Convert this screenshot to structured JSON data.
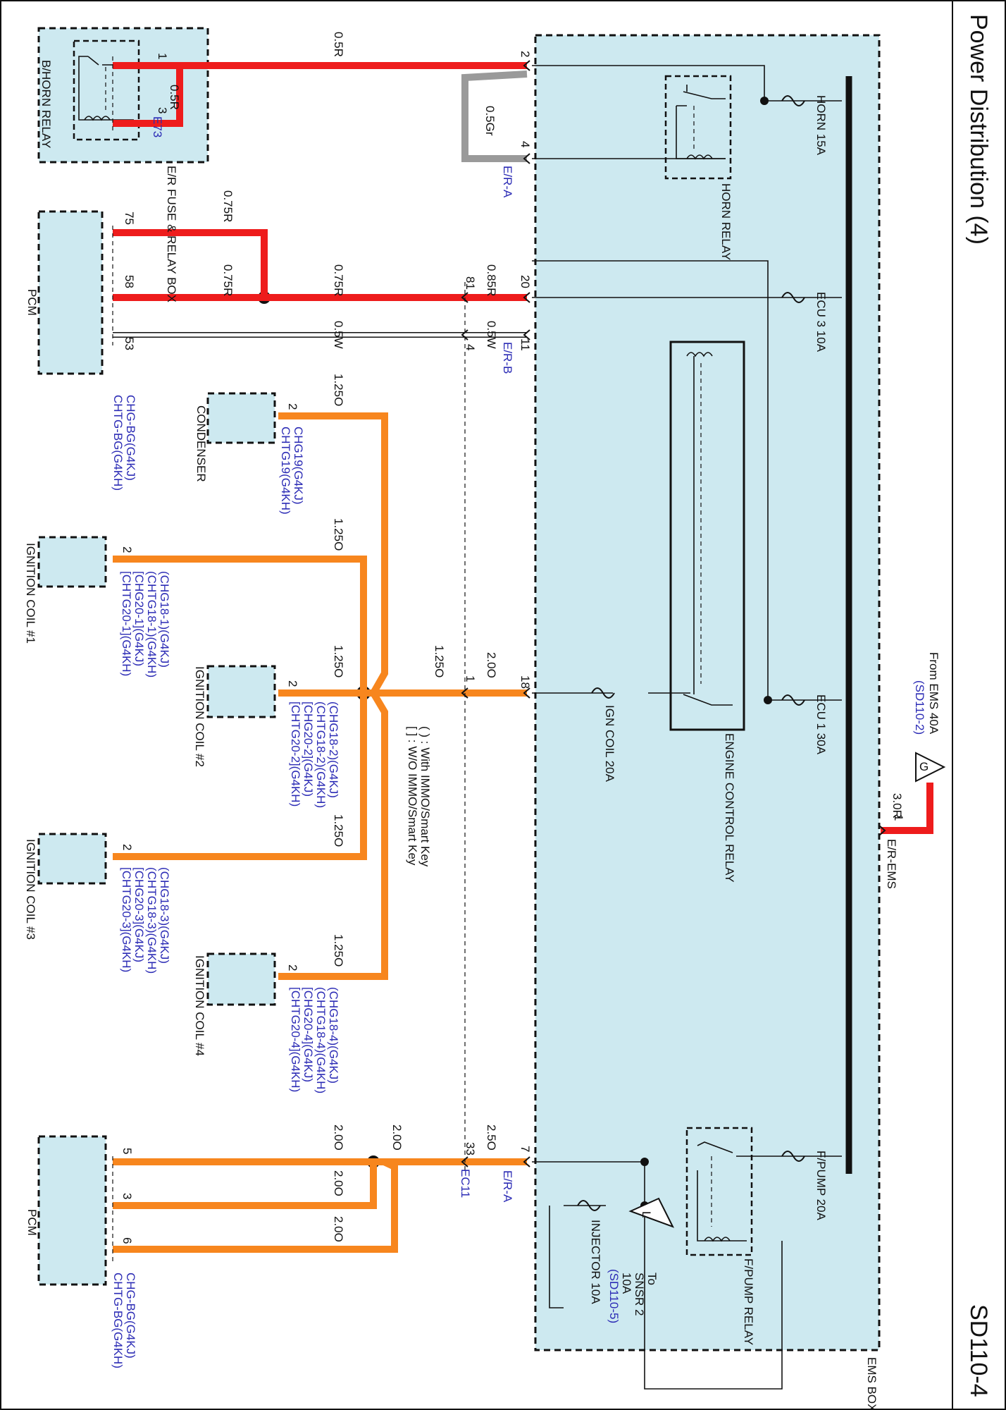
{
  "header": {
    "title": "Power Distribution (4)",
    "page_id": "SD110-4"
  },
  "components": {
    "horn_relay_left": "B/HORN RELAY",
    "fuse_box": "E/R FUSE & RELAY BOX",
    "fuse_box_conn": "E73",
    "pcm_top": "PCM",
    "pcm_bottom": "PCM",
    "condenser": "CONDENSER",
    "coil1": "IGNITION COIL #1",
    "coil2": "IGNITION COIL #2",
    "coil3": "IGNITION COIL #3",
    "coil4": "IGNITION COIL #4",
    "ems_box": "EMS BOX",
    "horn_relay": "HORN RELAY",
    "engine_control_relay": "ENGINE CONTROL RELAY",
    "fpump_relay": "F/PUMP RELAY"
  },
  "fuses": {
    "horn": "HORN 15A",
    "ecu3": "ECU 3 10A",
    "ign_coil": "IGN COIL 20A",
    "ecu1": "ECU 1 30A",
    "fpump": "F/PUMP 20A",
    "injector": "INJECTOR 10A"
  },
  "connectors": {
    "era_top": "E/R-A",
    "erb": "E/R-B",
    "era_bottom": "E/R-A",
    "ec11": "EC11",
    "er_ems": "E/R-EMS"
  },
  "refs": {
    "from_ems": "From EMS 40A",
    "from_ems_ref": "(SD110-2)",
    "ground_g": "G",
    "to_snsr_line1": "To",
    "to_snsr_line2": "SNSR 2",
    "to_snsr_line3": "10A",
    "to_snsr_ref": "(SD110-5)",
    "ground_l": "L"
  },
  "wires": {
    "w_05R_top": "0.5R",
    "w_05R_inner": "0.5R",
    "w_05Gr": "0.5Gr",
    "w_075R_a": "0.75R",
    "w_075R_b": "0.75R",
    "w_075R_c": "0.75R",
    "w_085R": "0.85R",
    "w_05W_a": "0.5W",
    "w_05W_b": "0.5W",
    "w_125O_cond": "1.25O",
    "w_125O_c1": "1.25O",
    "w_125O_c2": "1.25O",
    "w_125O_main": "1.25O",
    "w_20O_main": "2.0O",
    "w_125O_c3": "1.25O",
    "w_125O_c4": "1.25O",
    "w_20O_a": "2.0O",
    "w_25O": "2.5O",
    "w_20O_b": "2.0O",
    "w_20O_c": "2.0O",
    "w_20O_d": "2.0O",
    "w_30R": "3.0R"
  },
  "pins": {
    "p1": "1",
    "p3": "3",
    "p2": "2",
    "p4": "4",
    "p75": "75",
    "p58": "58",
    "p81": "81",
    "p20": "20",
    "p53": "53",
    "p4b": "4",
    "p11": "11",
    "pcond": "2",
    "pc1": "2",
    "pc2": "2",
    "pc3": "2",
    "pc4": "2",
    "p1b": "1",
    "p18": "18",
    "p5": "5",
    "p3b": "3",
    "p6": "6",
    "p33": "33",
    "p7": "7",
    "p1c": "1"
  },
  "codes": {
    "pcm_top_1": "CHG-BG(G4KJ)",
    "pcm_top_2": "CHTG-BG(G4KH)",
    "cond_1": "CHG19(G4KJ)",
    "cond_2": "CHTG19(G4KH)",
    "c1_1": "(CHG18-1)(G4KJ)",
    "c1_2": "(CHTG18-1)(G4KH)",
    "c1_3": "[CHG20-1](G4KJ)",
    "c1_4": "[CHTG20-1](G4KH)",
    "c2_1": "(CHG18-2)(G4KJ)",
    "c2_2": "(CHTG18-2)(G4KH)",
    "c2_3": "[CHG20-2](G4KJ)",
    "c2_4": "[CHTG20-2](G4KH)",
    "c3_1": "(CHG18-3)(G4KJ)",
    "c3_2": "(CHTG18-3)(G4KH)",
    "c3_3": "[CHG20-3](G4KJ)",
    "c3_4": "[CHTG20-3](G4KH)",
    "c4_1": "(CHG18-4)(G4KJ)",
    "c4_2": "(CHTG18-4)(G4KH)",
    "c4_3": "[CHG20-4](G4KJ)",
    "c4_4": "[CHTG20-4](G4KH)",
    "pcm_bot_1": "CHG-BG(G4KJ)",
    "pcm_bot_2": "CHTG-BG(G4KH)"
  },
  "legend": {
    "with_immo": "( ) : With IMMO/Smart Key",
    "wo_immo": "[ ] : W/O IMMO/Smart Key"
  },
  "colors": {
    "red": "#ee1c1c",
    "orange": "#f7861e",
    "gray": "#9a9a9a",
    "box_fill": "#cde9f0"
  }
}
